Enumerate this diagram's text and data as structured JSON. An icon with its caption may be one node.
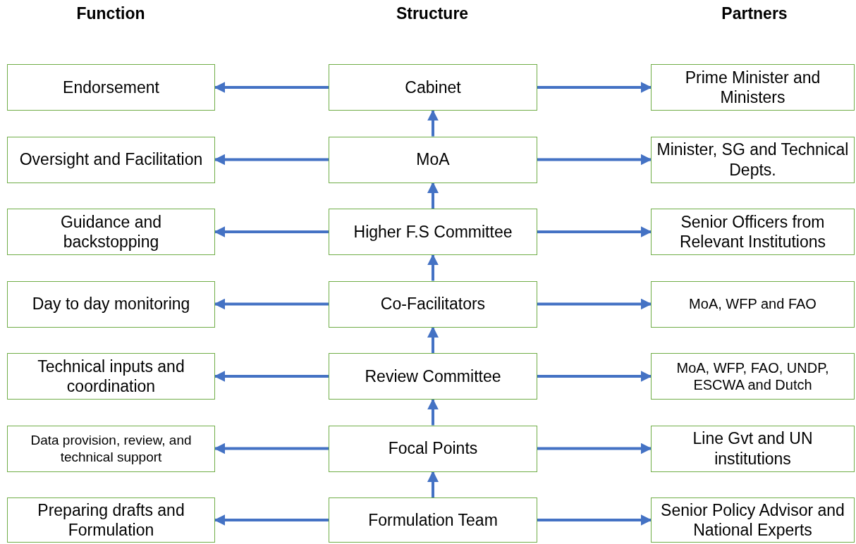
{
  "diagram": {
    "nodes": [
      {
        "text": [
          "Endorsement"
        ]
      },
      {
        "text": [
          "Cabinet"
        ]
      },
      {
        "text": [
          "Prime Minister and Ministers"
        ]
      },
      {
        "text": [
          "Oversight and Facilitation"
        ]
      },
      {
        "text": [
          "MoA"
        ]
      },
      {
        "text": [
          "Minister, SG and Technical Depts."
        ]
      },
      {
        "text": [
          "Guidance and backstopping"
        ]
      },
      {
        "text": [
          "Higher F.S Committee"
        ]
      },
      {
        "text": [
          "Senior Officers from Relevant Institutions"
        ]
      },
      {
        "text": [
          "Day to day monitoring"
        ]
      },
      {
        "text": [
          "Co-Facilitators"
        ]
      },
      {
        "text": [
          "MoA, WFP and FAO"
        ]
      },
      {
        "text": [
          "Technical inputs and coordination"
        ]
      },
      {
        "text": [
          "Review Committee"
        ]
      },
      {
        "text": [
          "MoA, WFP, FAO, UNDP, ESCWA and Dutch"
        ]
      },
      {
        "text": [
          "Data provision, review, and technical support"
        ]
      },
      {
        "text": [
          "Focal Points"
        ]
      },
      {
        "text": [
          "Line Gvt and UN institutions"
        ]
      },
      {
        "text": [
          "Preparing drafts and Formulation"
        ]
      },
      {
        "text": [
          "Formulation Team"
        ]
      },
      {
        "text": [
          "Senior Policy Advisor and National Experts"
        ]
      }
    ],
    "edges": [
      {
        "from": 1,
        "to": 0,
        "arrow": "to"
      },
      {
        "from": 1,
        "to": 2,
        "arrow": "to"
      },
      {
        "from": 4,
        "to": 3,
        "arrow": "to"
      },
      {
        "from": 4,
        "to": 5,
        "arrow": "to"
      },
      {
        "from": 4,
        "to": 1,
        "arrow": "to"
      },
      {
        "from": 7,
        "to": 6,
        "arrow": "to"
      },
      {
        "from": 7,
        "to": 8,
        "arrow": "to"
      },
      {
        "from": 7,
        "to": 4,
        "arrow": "to"
      },
      {
        "from": 10,
        "to": 9,
        "arrow": "to"
      },
      {
        "from": 10,
        "to": 11,
        "arrow": "to"
      },
      {
        "from": 10,
        "to": 7,
        "arrow": "to"
      },
      {
        "from": 13,
        "to": 12,
        "arrow": "to"
      },
      {
        "from": 13,
        "to": 14,
        "arrow": "to"
      },
      {
        "from": 13,
        "to": 10,
        "arrow": "to"
      },
      {
        "from": 16,
        "to": 15,
        "arrow": "to"
      },
      {
        "from": 16,
        "to": 17,
        "arrow": "to"
      },
      {
        "from": 16,
        "to": 13,
        "arrow": "to"
      },
      {
        "from": 19,
        "to": 18,
        "arrow": "to"
      },
      {
        "from": 19,
        "to": 20,
        "arrow": "to"
      },
      {
        "from": 19,
        "to": 16,
        "arrow": "to"
      }
    ],
    "labels": [
      "Function",
      "Structure",
      "Partners"
    ]
  }
}
